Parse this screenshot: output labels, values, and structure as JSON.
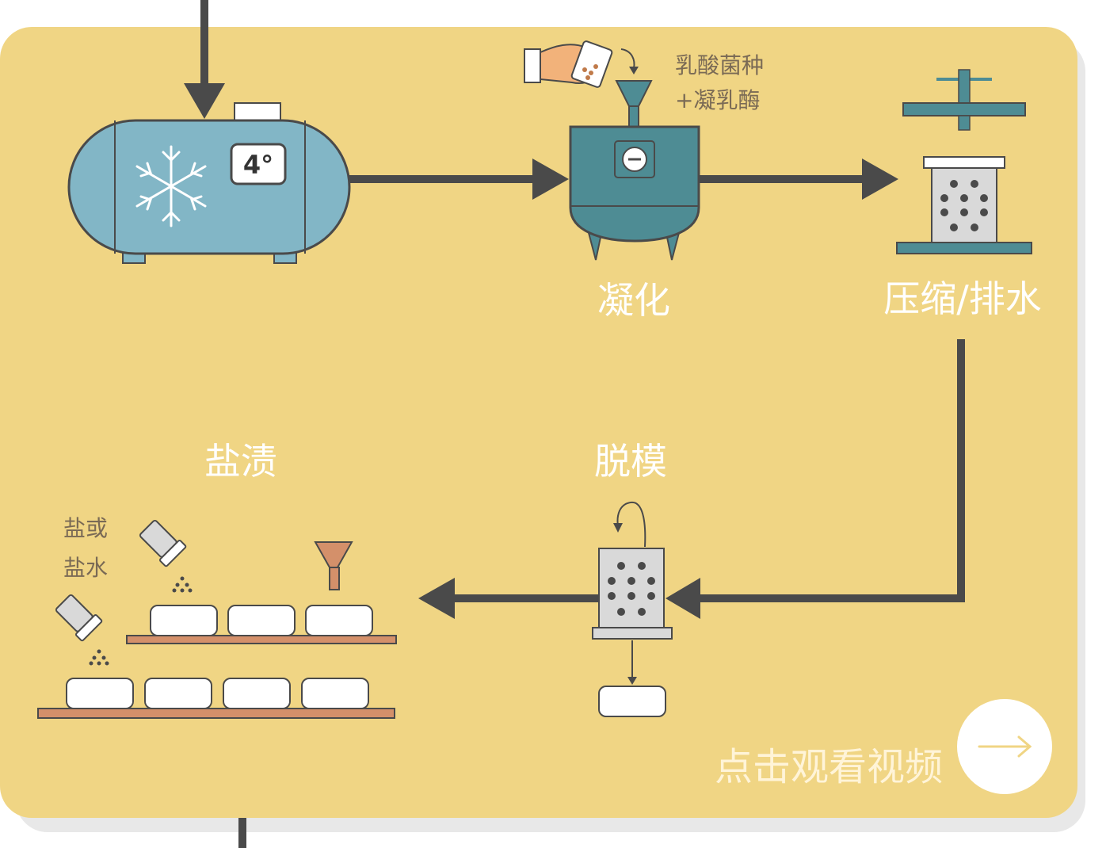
{
  "tank": {
    "temperature": "4°"
  },
  "steps": {
    "coagulation": "凝化",
    "press_drain": "压缩/排水",
    "unmold": "脱模",
    "salting": "盐渍"
  },
  "ingredients": {
    "line1": "乳酸菌种",
    "line2": "+凝乳酶"
  },
  "salt_note": {
    "line1": "盐或",
    "line2": "盐水"
  },
  "cta": {
    "label": "点击观看视频",
    "arrow": "→"
  },
  "colors": {
    "panel": "#f0d584",
    "tank": "#82b6c6",
    "vat": "#4e8c94",
    "arrow": "#4a4a4a",
    "shelf": "#d4906a",
    "mold": "#d9d9d9"
  }
}
